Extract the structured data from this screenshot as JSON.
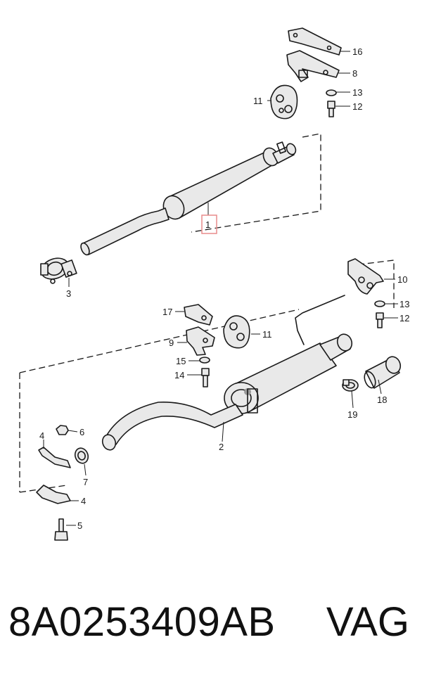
{
  "diagram": {
    "callouts": {
      "c1": "1",
      "c2": "2",
      "c3": "3",
      "c4a": "4",
      "c4b": "4",
      "c5": "5",
      "c6": "6",
      "c7": "7",
      "c8": "8",
      "c9": "9",
      "c10": "10",
      "c11a": "11",
      "c11b": "11",
      "c12a": "12",
      "c12b": "12",
      "c13a": "13",
      "c13b": "13",
      "c14": "14",
      "c15": "15",
      "c16": "16",
      "c17": "17",
      "c18": "18",
      "c19": "19"
    },
    "highlight_color": "#e88c8c"
  },
  "footer": {
    "part_number": "8A0253409AB",
    "brand": "VAG"
  }
}
